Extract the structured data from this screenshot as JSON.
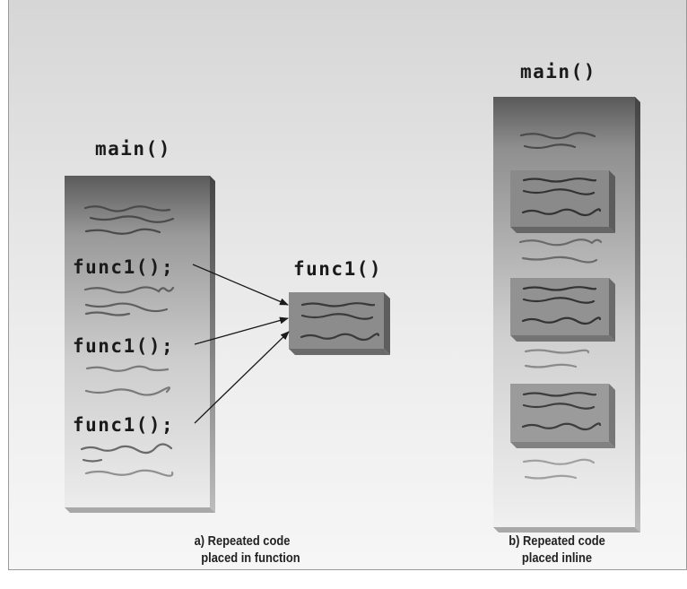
{
  "left": {
    "title": "main()",
    "calls": [
      "func1();",
      "func1();",
      "func1();"
    ],
    "caption": [
      "a) Repeated code",
      "placed in function"
    ]
  },
  "middle": {
    "title": "func1()"
  },
  "right": {
    "title": "main()",
    "caption": [
      "b) Repeated code",
      "placed inline"
    ]
  }
}
